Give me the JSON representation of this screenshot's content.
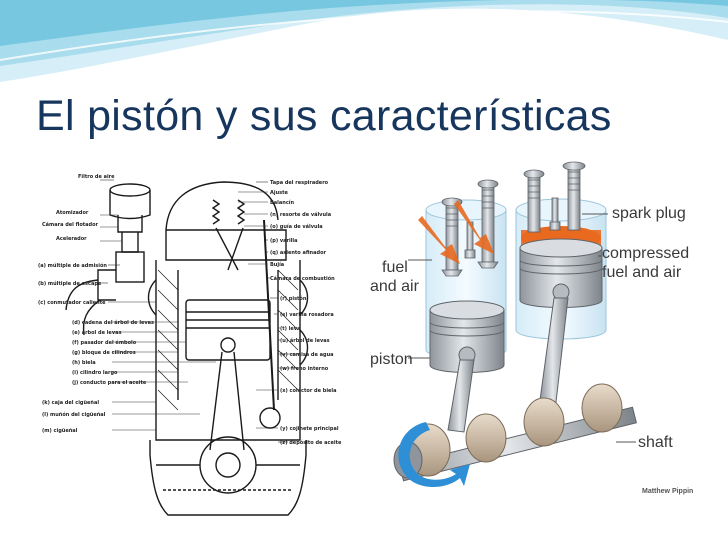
{
  "slide": {
    "title": "El pistón y sus características"
  },
  "colors": {
    "title": "#17365d",
    "wave_light": "#d6eef7",
    "wave_mid": "#a9dcec",
    "wave_dark": "#4fb7d9",
    "piston_gray": "#c8ccd0",
    "fuel_orange": "#e9691f"
  },
  "left_diagram": {
    "labels_left": [
      "Filtro de aire",
      "Atomizador",
      "Cámara del flotador",
      "Acelerador",
      "(a) múltiple de admisión",
      "(b) múltiple de escape",
      "(c) conmutador caliente",
      "(d) cadena del árbol de levas",
      "(e) árbol de levas",
      "(f) pasador del émbolo",
      "(g) bloque de cilindros",
      "(h) biela",
      "(i) cilindro largo",
      "(j) conducto para el aceite",
      "(k) caja del cigüeñal",
      "(l) muñón del cigüeñal",
      "(m) cigüeñal"
    ],
    "labels_right": [
      "Tapa del respiradero",
      "Ajuste",
      "Balancín",
      "(n) resorte de válvula",
      "(o) guía de válvula",
      "(p) varilla",
      "(q) asiento afinador",
      "Bujía",
      "Cámara de combustión",
      "(r) pistón",
      "(s) varilla rosadora",
      "(t) leva",
      "(u) árbol de levas",
      "(v) camisa de agua",
      "(w) freno interno",
      "(x) colector de biela",
      "(y) cojinete principal",
      "(z) depósito de aceite"
    ]
  },
  "right_diagram": {
    "label_fuel": "fuel",
    "label_and_air": "and air",
    "label_piston": "piston",
    "label_spark_plug": "spark plug",
    "label_compressed": "compressed",
    "label_fuel_and_air": "fuel and air",
    "label_shaft": "shaft",
    "credit": "Matthew Pippin"
  }
}
